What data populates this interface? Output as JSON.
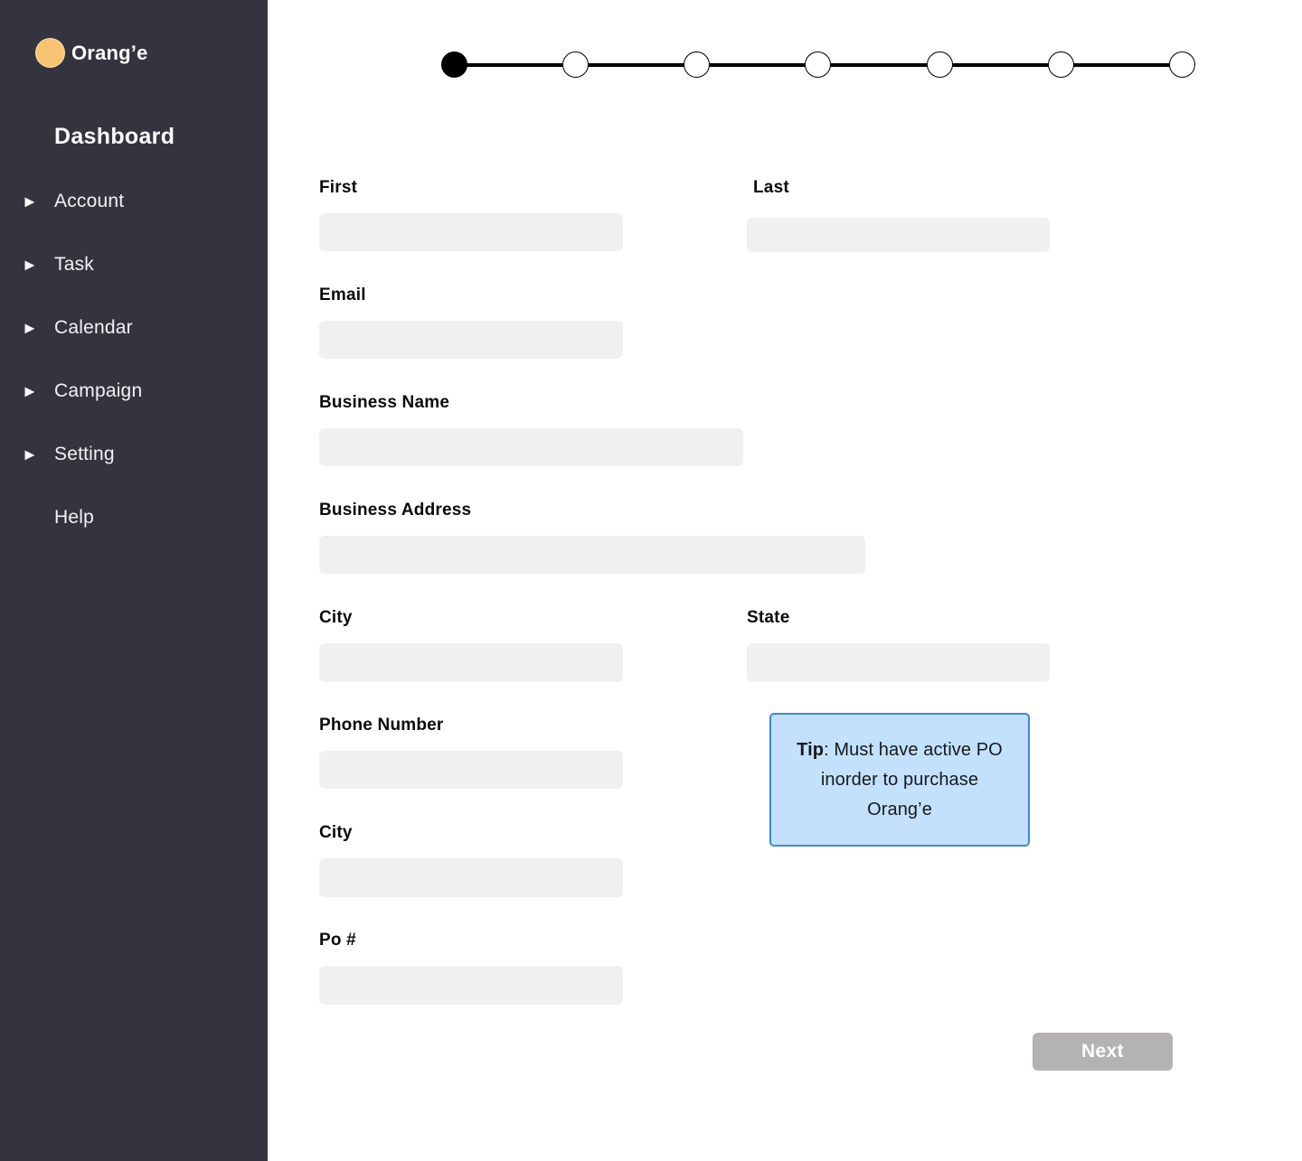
{
  "sidebar": {
    "logo_text": "Orang’e",
    "heading": "Dashboard",
    "nav_icon_glyph": "►",
    "items": [
      {
        "id": "account",
        "label": "Account",
        "has_icon": true
      },
      {
        "id": "task",
        "label": "Task",
        "has_icon": true
      },
      {
        "id": "calendar",
        "label": "Calendar",
        "has_icon": true
      },
      {
        "id": "campaign",
        "label": "Campaign",
        "has_icon": true
      },
      {
        "id": "setting",
        "label": "Setting",
        "has_icon": true
      },
      {
        "id": "help",
        "label": "Help",
        "has_icon": false
      }
    ]
  },
  "stepper": {
    "total_steps": 7,
    "current_step": 1
  },
  "form": {
    "fields": [
      {
        "id": "first",
        "label": "First",
        "value": "",
        "placeholder": ""
      },
      {
        "id": "last",
        "label": "Last",
        "value": "",
        "placeholder": ""
      },
      {
        "id": "email",
        "label": "Email",
        "value": "",
        "placeholder": ""
      },
      {
        "id": "business-name",
        "label": "Business Name",
        "value": "",
        "placeholder": ""
      },
      {
        "id": "business-address",
        "label": "Business Address",
        "value": "",
        "placeholder": ""
      },
      {
        "id": "city",
        "label": "City",
        "value": "",
        "placeholder": ""
      },
      {
        "id": "state",
        "label": "State",
        "value": "",
        "placeholder": ""
      },
      {
        "id": "phone-number",
        "label": "Phone Number",
        "value": "",
        "placeholder": ""
      },
      {
        "id": "city-2",
        "label": "City",
        "value": "",
        "placeholder": ""
      },
      {
        "id": "po-number",
        "label": "Po #",
        "value": "",
        "placeholder": ""
      }
    ]
  },
  "tip": {
    "bold": "Tip",
    "rest": ": Must have active PO inorder to purchase Orang’e"
  },
  "next_button_label": "Next",
  "colors": {
    "sidebar_bg": "#34343E",
    "logo_orange": "#F8C471",
    "input_bg": "#F0F0F0",
    "tip_bg": "#C3E1FB",
    "tip_border": "#3E86D8",
    "button_bg": "#B5B2B2",
    "step_active": "#000000"
  }
}
